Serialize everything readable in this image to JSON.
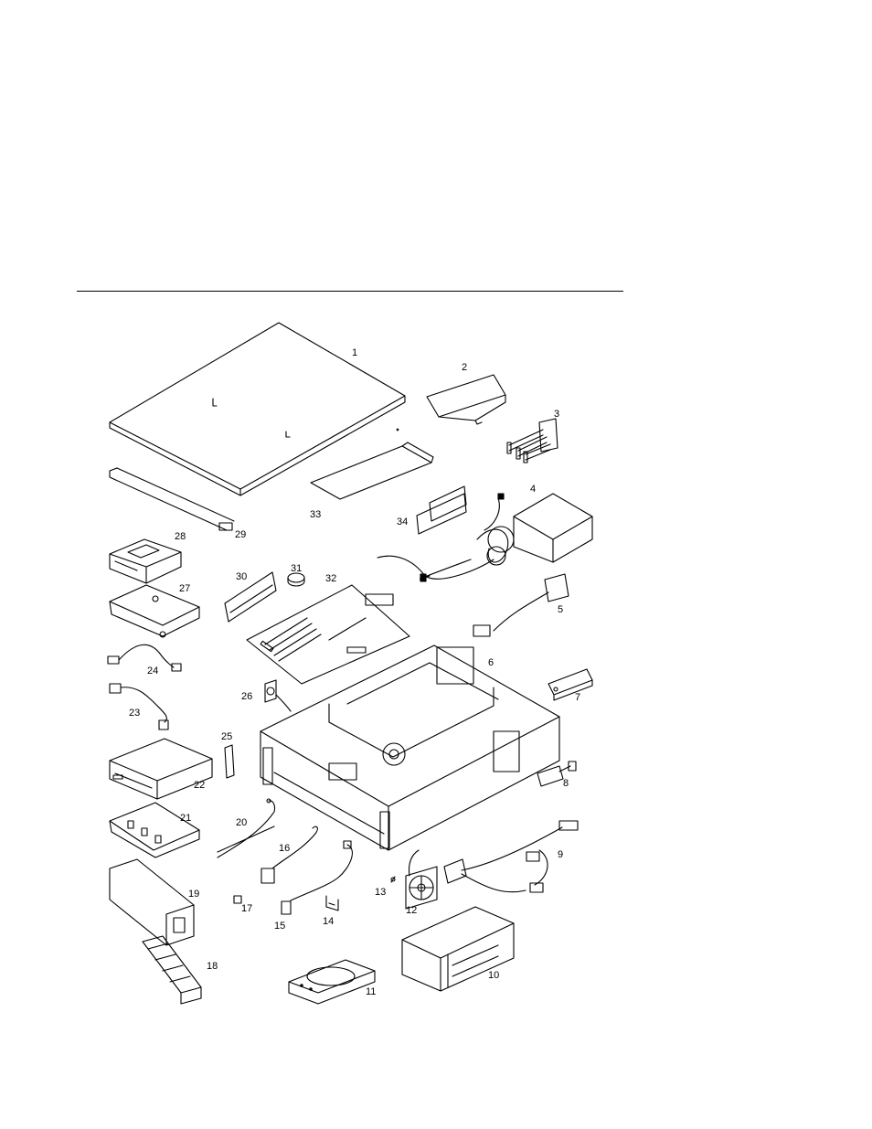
{
  "callouts": [
    "1",
    "2",
    "3",
    "4",
    "5",
    "6",
    "7",
    "8",
    "9",
    "10",
    "11",
    "12",
    "13",
    "14",
    "15",
    "16",
    "17",
    "18",
    "19",
    "20",
    "21",
    "22",
    "23",
    "24",
    "25",
    "26",
    "27",
    "28",
    "29",
    "30",
    "31",
    "32",
    "33",
    "34"
  ],
  "parts": [
    {
      "number": "1",
      "icon": "top-cover-icon"
    },
    {
      "number": "2",
      "icon": "bracket-icon"
    },
    {
      "number": "3",
      "icon": "card-guide-icon"
    },
    {
      "number": "4",
      "icon": "power-supply-icon"
    },
    {
      "number": "5",
      "icon": "cable-icon"
    },
    {
      "number": "6",
      "icon": "chassis-icon"
    },
    {
      "number": "7",
      "icon": "bracket-icon"
    },
    {
      "number": "8",
      "icon": "connector-icon"
    },
    {
      "number": "9",
      "icon": "cable-icon"
    },
    {
      "number": "10",
      "icon": "drive-cage-icon"
    },
    {
      "number": "11",
      "icon": "drive-tray-icon"
    },
    {
      "number": "12",
      "icon": "fan-icon"
    },
    {
      "number": "13",
      "icon": "screw-icon"
    },
    {
      "number": "14",
      "icon": "clip-icon"
    },
    {
      "number": "15",
      "icon": "cable-icon"
    },
    {
      "number": "16",
      "icon": "switch-icon"
    },
    {
      "number": "17",
      "icon": "led-icon"
    },
    {
      "number": "18",
      "icon": "grille-icon"
    },
    {
      "number": "19",
      "icon": "bezel-icon"
    },
    {
      "number": "20",
      "icon": "rod-icon"
    },
    {
      "number": "21",
      "icon": "drive-bracket-icon"
    },
    {
      "number": "22",
      "icon": "cdrom-drive-icon"
    },
    {
      "number": "23",
      "icon": "cable-icon"
    },
    {
      "number": "24",
      "icon": "cable-icon"
    },
    {
      "number": "25",
      "icon": "led-board-icon"
    },
    {
      "number": "26",
      "icon": "speaker-icon"
    },
    {
      "number": "27",
      "icon": "drive-bracket-icon"
    },
    {
      "number": "28",
      "icon": "diskette-drive-icon"
    },
    {
      "number": "29",
      "icon": "ribbon-cable-icon"
    },
    {
      "number": "30",
      "icon": "memory-module-icon"
    },
    {
      "number": "31",
      "icon": "battery-icon"
    },
    {
      "number": "32",
      "icon": "system-board-icon"
    },
    {
      "number": "33",
      "icon": "adapter-card-icon"
    },
    {
      "number": "34",
      "icon": "riser-card-icon"
    }
  ]
}
